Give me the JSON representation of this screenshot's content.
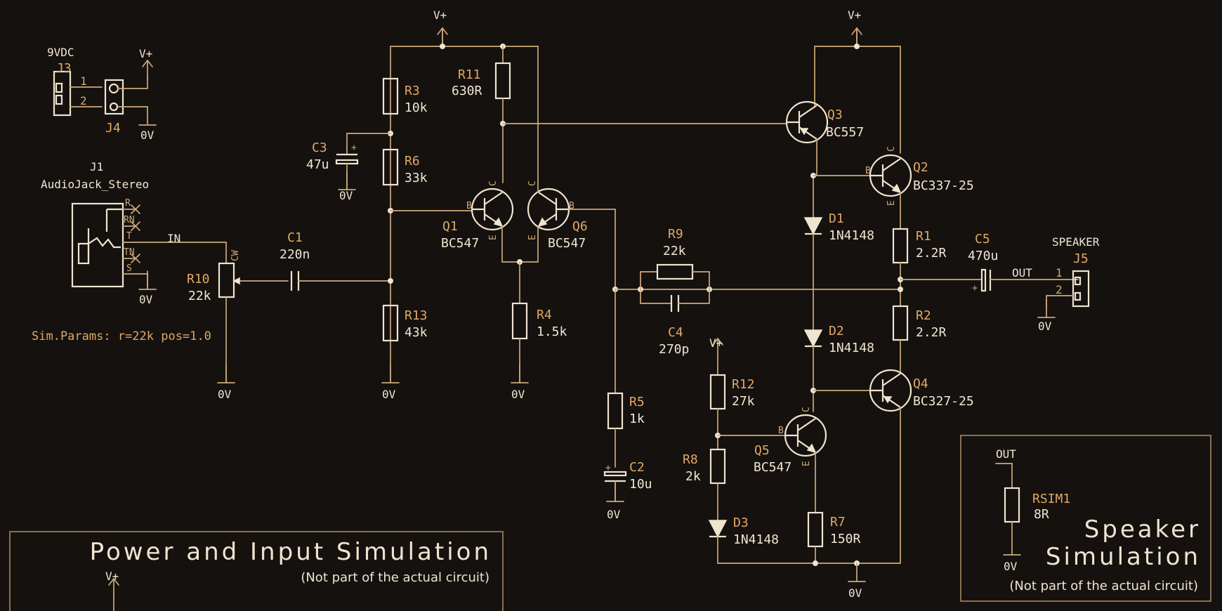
{
  "schematic": {
    "power_labels": {
      "vplus": "V+",
      "gnd": "0V"
    },
    "nets": {
      "in": "IN",
      "out": "OUT"
    },
    "j3": {
      "ref": "J3",
      "value": "9VDC",
      "pin1": "1",
      "pin2": "2"
    },
    "j4": {
      "ref": "J4"
    },
    "j1": {
      "ref": "J1",
      "value": "AudioJack_Stereo",
      "pins": [
        "R",
        "RN",
        "T",
        "TN",
        "S"
      ]
    },
    "r10": {
      "ref": "R10",
      "value": "22k",
      "cw": "CW",
      "sim_params": "Sim.Params: r=22k pos=1.0"
    },
    "c1": {
      "ref": "C1",
      "value": "220n"
    },
    "c3": {
      "ref": "C3",
      "value": "47u"
    },
    "r3": {
      "ref": "R3",
      "value": "10k"
    },
    "r6": {
      "ref": "R6",
      "value": "33k"
    },
    "r13": {
      "ref": "R13",
      "value": "43k"
    },
    "r11": {
      "ref": "R11",
      "value": "630R"
    },
    "q1": {
      "ref": "Q1",
      "value": "BC547"
    },
    "q6": {
      "ref": "Q6",
      "value": "BC547"
    },
    "r4": {
      "ref": "R4",
      "value": "1.5k"
    },
    "r5": {
      "ref": "R5",
      "value": "1k"
    },
    "c2": {
      "ref": "C2",
      "value": "10u"
    },
    "r9": {
      "ref": "R9",
      "value": "22k"
    },
    "c4": {
      "ref": "C4",
      "value": "270p"
    },
    "q3": {
      "ref": "Q3",
      "value": "BC557"
    },
    "q2": {
      "ref": "Q2",
      "value": "BC337-25"
    },
    "d1": {
      "ref": "D1",
      "value": "1N4148"
    },
    "r1": {
      "ref": "R1",
      "value": "2.2R"
    },
    "r2": {
      "ref": "R2",
      "value": "2.2R"
    },
    "d2": {
      "ref": "D2",
      "value": "1N4148"
    },
    "q4": {
      "ref": "Q4",
      "value": "BC327-25"
    },
    "r12": {
      "ref": "R12",
      "value": "27k"
    },
    "r8": {
      "ref": "R8",
      "value": "2k"
    },
    "d3": {
      "ref": "D3",
      "value": "1N4148"
    },
    "q5": {
      "ref": "Q5",
      "value": "BC547"
    },
    "r7": {
      "ref": "R7",
      "value": "150R"
    },
    "c5": {
      "ref": "C5",
      "value": "470u"
    },
    "j5": {
      "ref": "J5",
      "value": "SPEAKER",
      "pin1": "1",
      "pin2": "2"
    },
    "rsim1": {
      "ref": "RSIM1",
      "value": "8R"
    },
    "pin_letters": {
      "b": "B",
      "c": "C",
      "e": "E"
    }
  },
  "boxes": {
    "power_input": {
      "title": "Power and Input Simulation",
      "note": "(Not part of the actual circuit)"
    },
    "speaker": {
      "title_line1": "Speaker",
      "title_line2": "Simulation",
      "note": "(Not part of the actual circuit)"
    }
  },
  "colors": {
    "background": "#15110f",
    "wire": "#cda979",
    "body": "#efe4cf",
    "reference": "#e0a866",
    "value": "#f1e6d2"
  }
}
